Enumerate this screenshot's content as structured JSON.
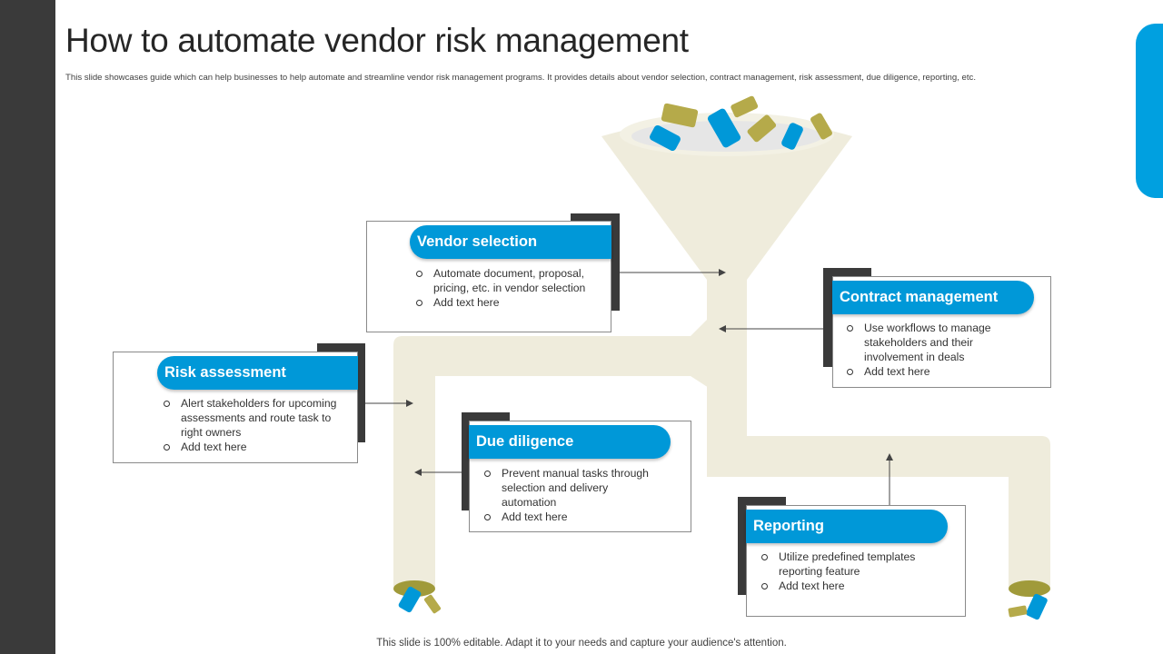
{
  "title": "How to automate vendor risk management",
  "subtitle": "This slide showcases guide which can help businesses to help automate and streamline vendor risk management programs. It provides details about vendor selection, contract management, risk assessment, due diligence, reporting, etc.",
  "footer": "This slide is 100% editable. Adapt it to your needs and capture your audience's attention.",
  "colors": {
    "accent": "#0098d8",
    "funnel": "#efecdc",
    "olive": "#b5aa4a",
    "dark": "#3a3a3a"
  },
  "steps": {
    "vendor_selection": {
      "title": "Vendor selection",
      "bullets": [
        "Automate document, proposal, pricing, etc. in vendor  selection",
        "Add text here"
      ]
    },
    "contract_management": {
      "title": "Contract management",
      "bullets": [
        "Use workflows to manage stakeholders and their involvement  in deals",
        "Add text here"
      ]
    },
    "risk_assessment": {
      "title": "Risk assessment",
      "bullets": [
        "Alert stakeholders for upcoming assessments and route task to right owners",
        "Add text here"
      ]
    },
    "due_diligence": {
      "title": "Due diligence",
      "bullets": [
        "Prevent manual tasks through selection and delivery automation",
        "Add text here"
      ]
    },
    "reporting": {
      "title": "Reporting",
      "bullets": [
        "Utilize predefined templates reporting feature",
        "Add text here"
      ]
    }
  }
}
